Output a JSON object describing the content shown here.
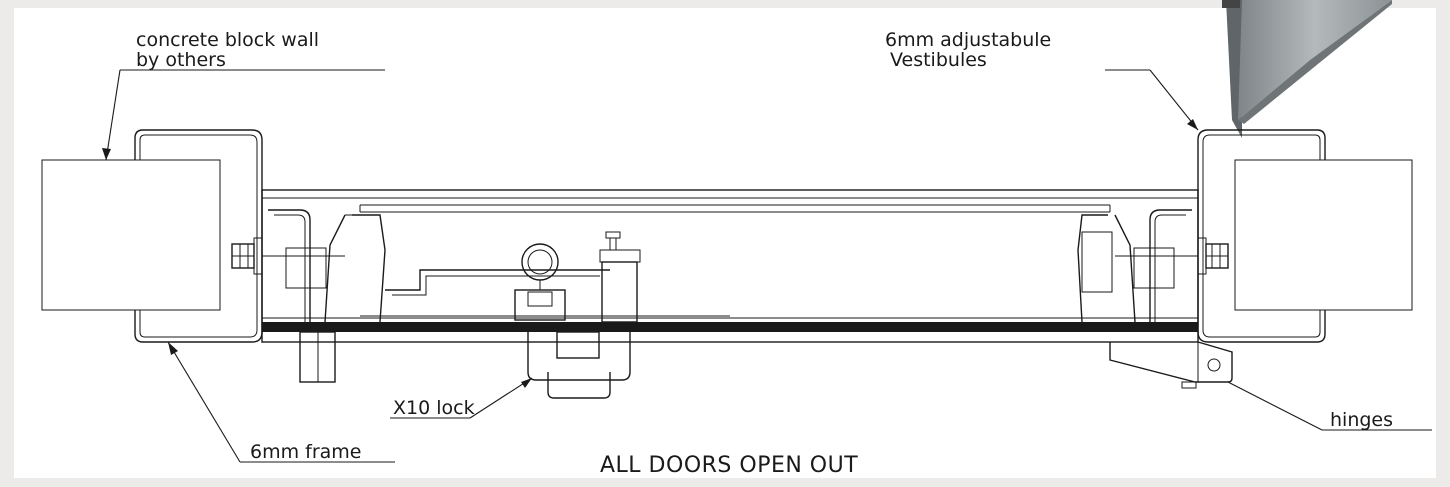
{
  "labels": {
    "wall_line1": "concrete block wall",
    "wall_line2": "by others",
    "vest_line1": "6mm adjustabule",
    "vest_line2": "Vestibules",
    "lock": "X10 lock",
    "frame": "6mm frame",
    "hinges": "hinges",
    "caption": "ALL DOORS OPEN OUT"
  },
  "colors": {
    "background": "#ecebea",
    "line": "#1a1a1a",
    "hatch_fill": "#f2f2f2",
    "door_leaf": "#1a1a1a",
    "vestibule_panel": "#9aa0a3"
  }
}
